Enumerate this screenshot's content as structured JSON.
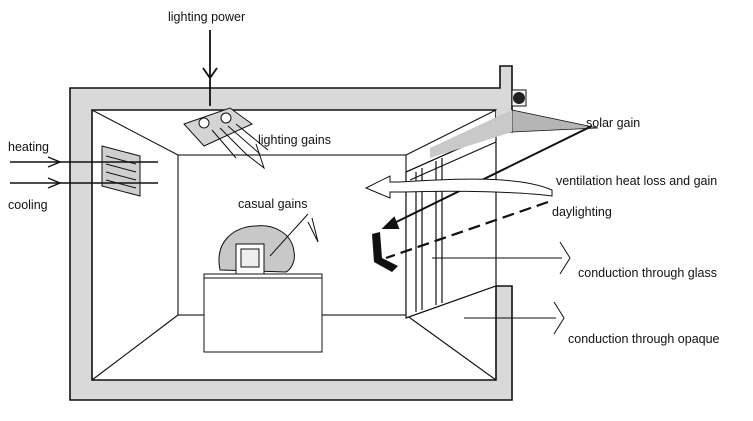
{
  "labels": {
    "lighting_power": "lighting power",
    "heating": "heating",
    "cooling": "cooling",
    "lighting_gains": "lighting gains",
    "casual_gains": "casual gains",
    "solar_gain": "solar gain",
    "ventilation": "ventilation heat loss and gain",
    "daylighting": "daylighting",
    "conduction_glass": "conduction through glass",
    "conduction_opaque": "conduction through opaque"
  },
  "colors": {
    "wall_fill": "#d9d9d9",
    "line": "#111111",
    "solar_wedge": "#b5b5b5",
    "interior": "#ffffff"
  }
}
